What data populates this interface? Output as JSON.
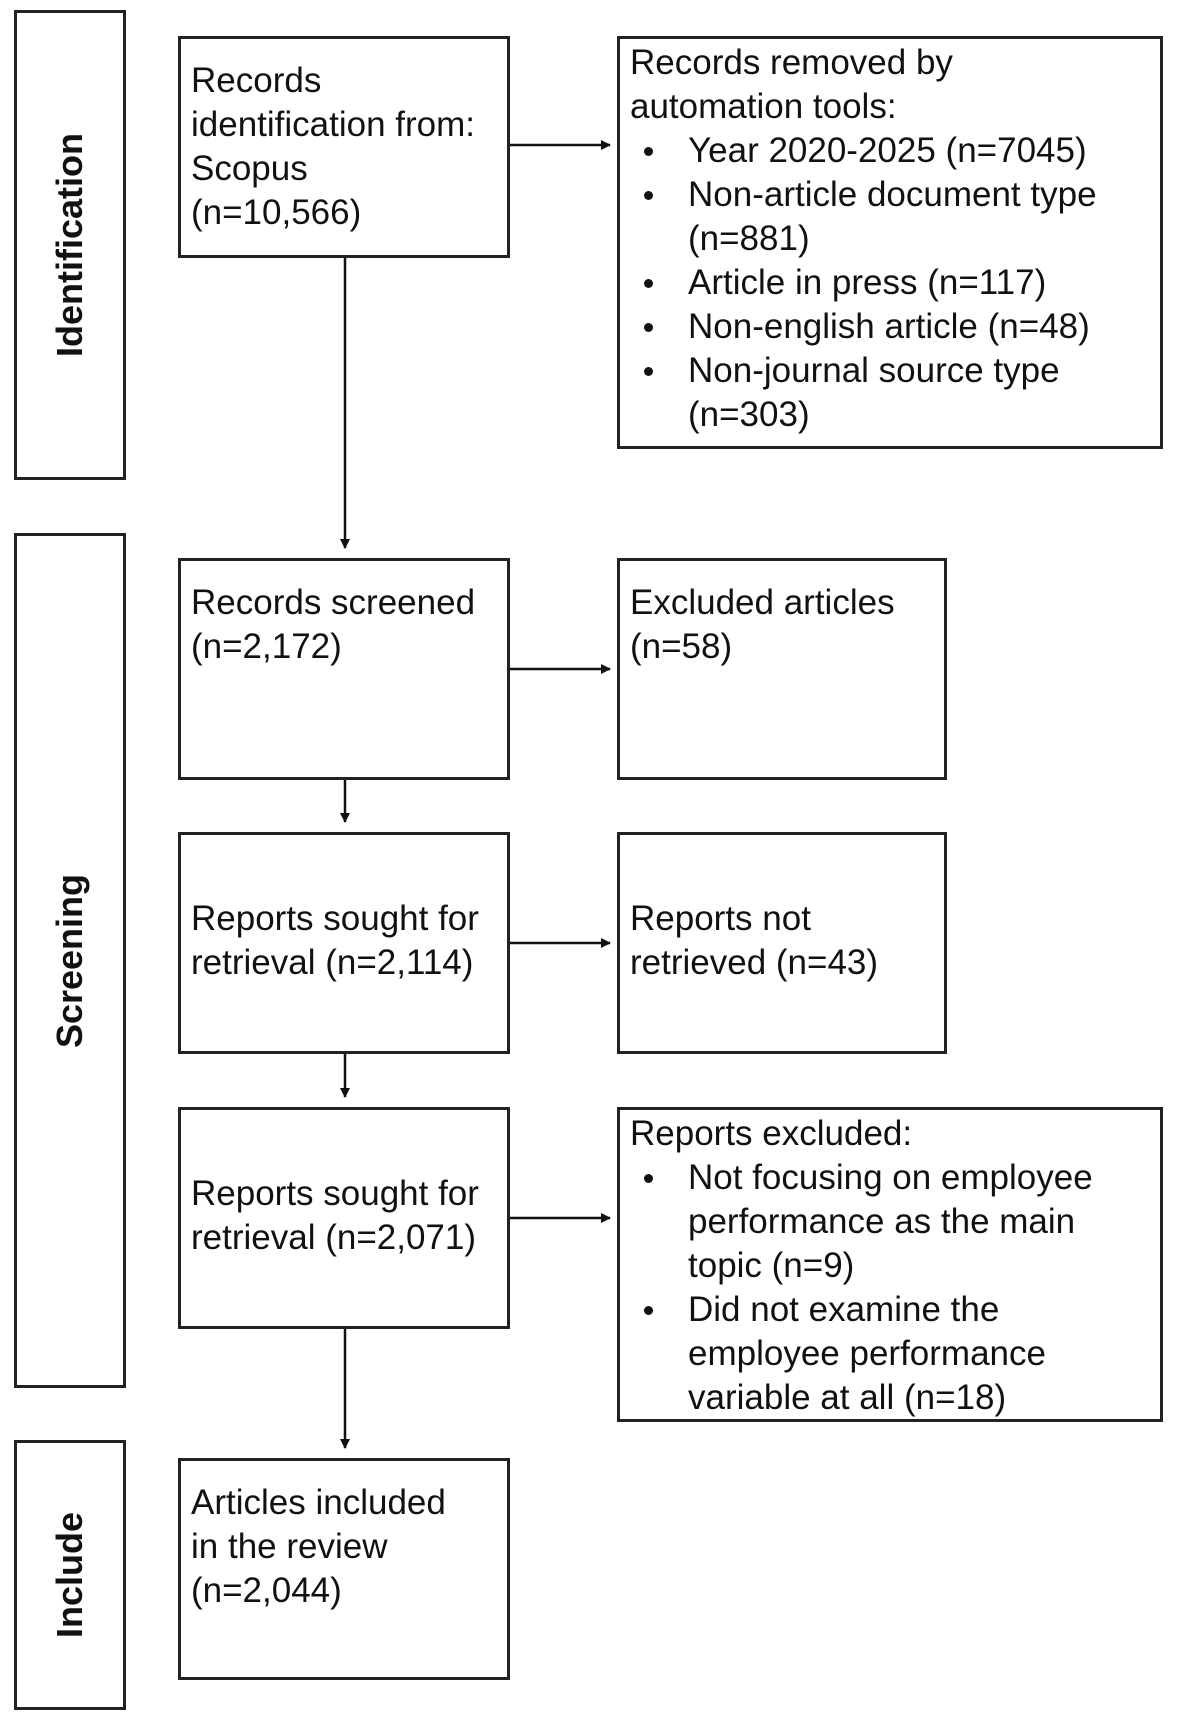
{
  "stages": {
    "identification": "Identification",
    "screening": "Screening",
    "include": "Include"
  },
  "records_identification": {
    "lines": [
      "Records",
      "identification from:",
      "Scopus",
      "(n=10,566)"
    ]
  },
  "records_removed": {
    "heading": [
      "Records removed by",
      "automation tools:"
    ],
    "items": [
      [
        "Year 2020-2025 (n=7045)"
      ],
      [
        "Non-article document type",
        "(n=881)"
      ],
      [
        "Article in press (n=117)"
      ],
      [
        "Non-english article (n=48)"
      ],
      [
        "Non-journal source type",
        "(n=303)"
      ]
    ]
  },
  "records_screened": {
    "lines": [
      "Records screened",
      "(n=2,172)"
    ]
  },
  "excluded_articles": {
    "lines": [
      "Excluded articles",
      "(n=58)"
    ]
  },
  "reports_sought_1": {
    "lines": [
      "Reports sought for",
      "retrieval (n=2,114)"
    ]
  },
  "reports_not_retrieved": {
    "lines": [
      "Reports not",
      "retrieved (n=43)"
    ]
  },
  "reports_sought_2": {
    "lines": [
      "Reports sought for",
      "retrieval (n=2,071)"
    ]
  },
  "reports_excluded": {
    "heading": [
      "Reports excluded:"
    ],
    "items": [
      [
        "Not focusing on employee",
        "performance as the main",
        "topic (n=9)"
      ],
      [
        "Did not examine the",
        "employee performance",
        "variable at all (n=18)"
      ]
    ]
  },
  "articles_included": {
    "lines": [
      "Articles included",
      "in the review",
      "(n=2,044)"
    ]
  }
}
